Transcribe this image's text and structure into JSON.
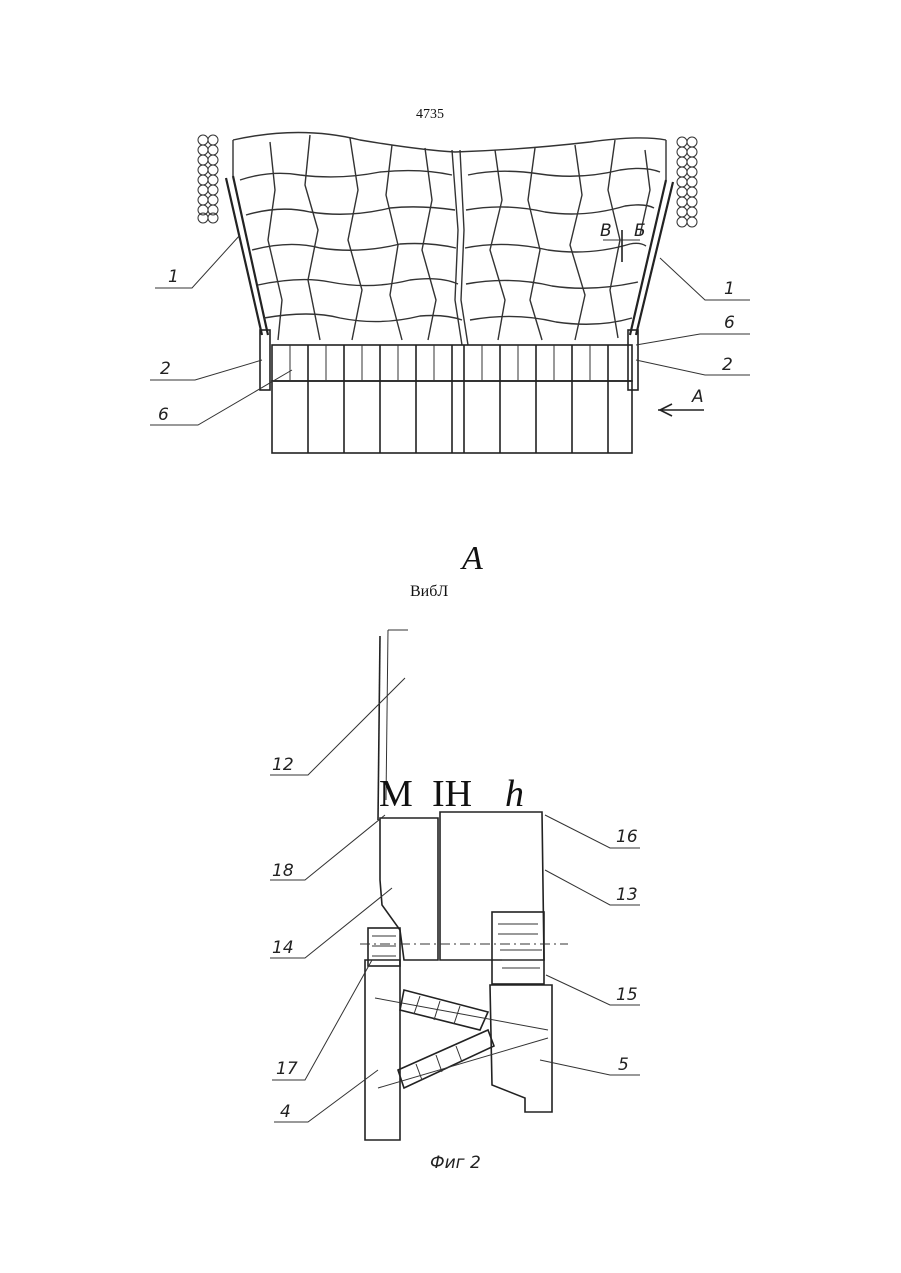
{
  "page": {
    "number": "4735"
  },
  "figure1": {
    "labels": {
      "left_top_1": "1",
      "left_mid_2": "2",
      "left_bot_6": "6",
      "right_top_1": "1",
      "right_mid_6": "6",
      "right_mid_2": "2",
      "view_arrow": "А",
      "section_left": "В",
      "section_right": "Б"
    }
  },
  "view_heading": {
    "letter": "A",
    "caption": "ВибЛ"
  },
  "figure2": {
    "top_labels": {
      "m": "М",
      "ih": "IН",
      "h": "h"
    },
    "labels": {
      "l12": "12",
      "l18": "18",
      "l14": "14",
      "l17": "17",
      "l4": "4",
      "l16": "16",
      "l13": "13",
      "l15": "15",
      "l5": "5"
    },
    "caption": "Фиг 2"
  }
}
